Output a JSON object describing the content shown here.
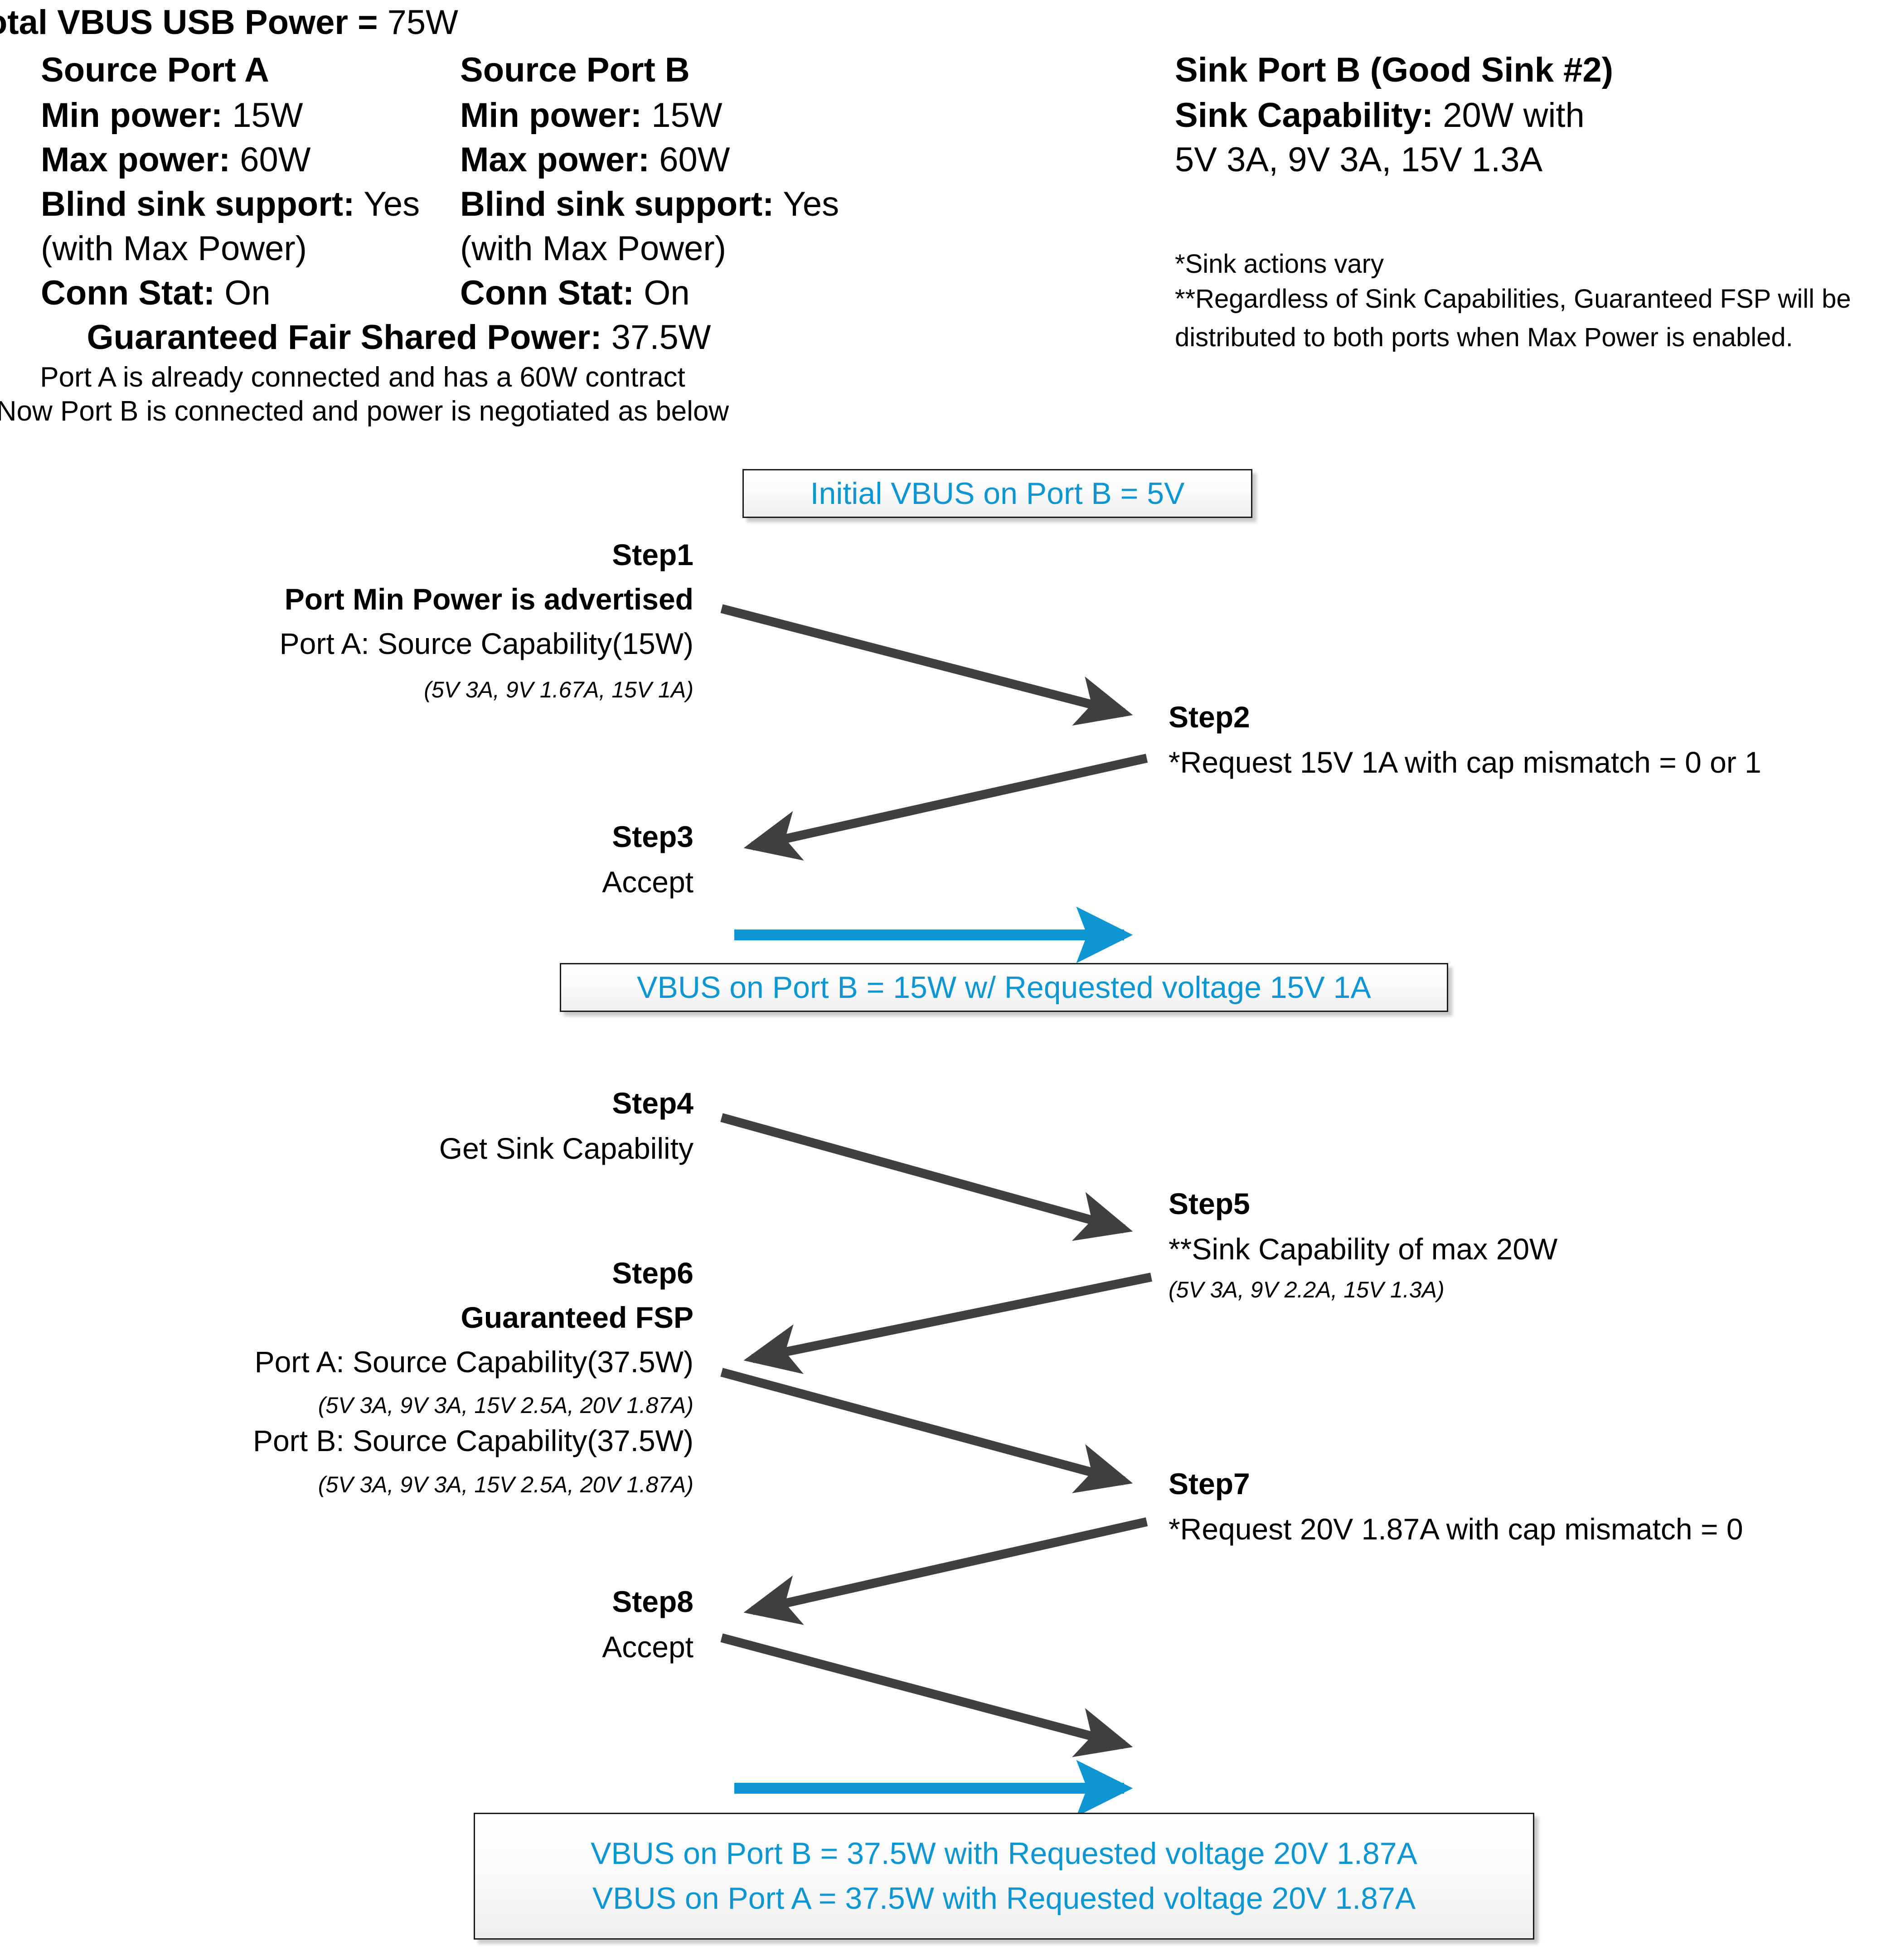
{
  "header": {
    "total_power": {
      "label": "Total VBUS USB Power = ",
      "bold_part": "Total VBUS USB Power =",
      "value": "75W"
    },
    "port_a": {
      "title": "Source Port A",
      "rows": [
        {
          "label": "Min power:",
          "value": "15W"
        },
        {
          "label": "Max power:",
          "value": "60W"
        },
        {
          "label": "Blind sink support:",
          "value": "Yes"
        },
        {
          "label": "",
          "value": "(with Max Power)"
        },
        {
          "label": "Conn Stat:",
          "value": "On"
        }
      ]
    },
    "port_b": {
      "title": "Source Port B",
      "rows": [
        {
          "label": "Min power:",
          "value": "15W"
        },
        {
          "label": "Max power:",
          "value": "60W"
        },
        {
          "label": "Blind sink support:",
          "value": "Yes"
        },
        {
          "label": "",
          "value": "(with Max Power)"
        },
        {
          "label": "Conn Stat:",
          "value": "On"
        }
      ]
    },
    "gfsp": {
      "label": "Guaranteed Fair Shared Power:",
      "value": "37.5W"
    },
    "context_line_1": "Port A is already connected and has a 60W contract",
    "context_line_2": "Now Port B is connected and power is negotiated as below",
    "sink": {
      "title": "Sink Port B (Good Sink #2)",
      "capability_label": "Sink Capability:",
      "capability_value": "20W with",
      "capability_detail": "5V 3A, 9V 3A, 15V 1.3A"
    },
    "footnotes": {
      "one": "*Sink actions vary",
      "two_line_1": "**Regardless of Sink Capabilities, Guaranteed FSP will be",
      "two_line_2": "distributed to both ports when Max Power is enabled."
    }
  },
  "callouts": {
    "initial_vbus": {
      "lines": [
        "Initial VBUS on Port B = 5V"
      ]
    },
    "vbus_15w": {
      "lines": [
        "VBUS on Port B = 15W w/ Requested voltage 15V 1A"
      ]
    },
    "vbus_375w": {
      "lines": [
        "VBUS on Port B = 37.5W with Requested voltage 20V 1.87A",
        "VBUS on Port A = 37.5W with Requested voltage 20V 1.87A"
      ]
    }
  },
  "steps": {
    "step1": {
      "name": "Step1",
      "line1": "Port Min Power is advertised",
      "line2": "Port A: Source Capability(15W)",
      "line3": "(5V 3A, 9V 1.67A, 15V 1A)"
    },
    "step2": {
      "name": "Step2",
      "line1": "*Request 15V 1A with cap mismatch = 0 or 1"
    },
    "step3": {
      "name": "Step3",
      "line1": "Accept"
    },
    "step4": {
      "name": "Step4",
      "line1": "Get Sink Capability"
    },
    "step5": {
      "name": "Step5",
      "line1": "**Sink Capability of max 20W",
      "line2": "(5V 3A, 9V 2.2A, 15V 1.3A)"
    },
    "step6": {
      "name": "Step6",
      "line1": "Guaranteed FSP",
      "line2": "Port A: Source Capability(37.5W)",
      "line3": "(5V 3A, 9V 3A, 15V 2.5A, 20V 1.87A)",
      "line4": "Port B: Source Capability(37.5W)",
      "line5": "(5V 3A, 9V 3A, 15V 2.5A, 20V 1.87A)"
    },
    "step7": {
      "name": "Step7",
      "line1": "*Request 20V 1.87A with cap mismatch = 0"
    },
    "step8": {
      "name": "Step8",
      "line1": "Accept"
    }
  },
  "colors": {
    "accent_blue": "#0d96d2",
    "arrow_gray": "#404040",
    "text_black": "#000000",
    "box_border": "#1a1a1a"
  }
}
